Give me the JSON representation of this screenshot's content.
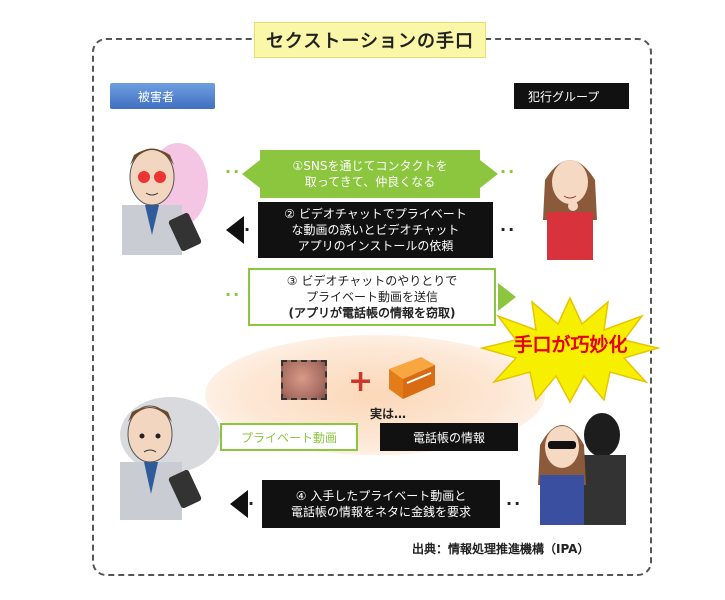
{
  "title": "セクストーションの手口",
  "labels": {
    "victim": "被害者",
    "group": "犯行グループ"
  },
  "steps": {
    "step1": {
      "line1": "①SNSを通じてコンタクトを",
      "line2": "取ってきて、仲良くなる"
    },
    "step2": {
      "line1": "② ビデオチャットでプライベート",
      "line2": "な動画の誘いとビデオチャット",
      "line3": "アプリのインストールの依頼"
    },
    "step3": {
      "line1": "③ ビデオチャットのやりとりで",
      "line2": "プライベート動画を送信",
      "line3": "(アプリが電話帳の情報を窃取)"
    },
    "step4": {
      "line1": "④ 入手したプライベート動画と",
      "line2": "電話帳の情報をネタに金銭を要求"
    }
  },
  "middle": {
    "reveal": "実は…",
    "private_video": "プライベート動画",
    "phonebook": "電話帳の情報"
  },
  "burst": "手口が巧妙化",
  "source": "出典：情報処理推進機構（IPA）",
  "colors": {
    "green": "#8cc63f",
    "black": "#111111",
    "red": "#e60012",
    "yellow": "#f6f000"
  }
}
